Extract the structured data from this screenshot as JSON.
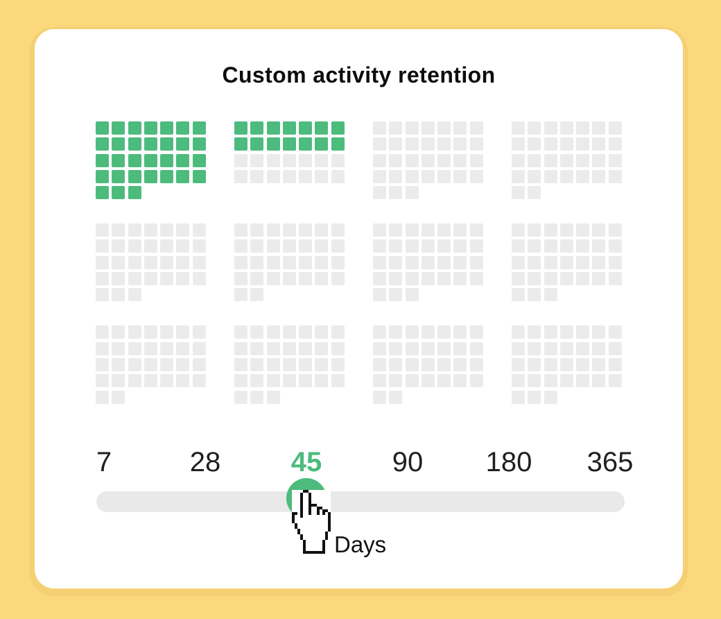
{
  "title": "Custom activity retention",
  "chart_data": {
    "type": "waffle",
    "title": "Custom activity retention",
    "layout": "12 month blocks in 4 columns x 3 rows, each block up to 7 squares per row",
    "months_days": [
      31,
      28,
      31,
      30,
      31,
      30,
      31,
      31,
      30,
      31,
      30,
      31
    ],
    "total_days": 365,
    "active_days": 45,
    "active_color": "#4CBB7C",
    "inactive_color": "#EBEBEB"
  },
  "slider": {
    "options": [
      "7",
      "28",
      "45",
      "90",
      "180",
      "365"
    ],
    "selected_value": "45",
    "selected_index": 2,
    "unit_label": "Days",
    "thumb_color": "#4CBB7C",
    "track_color": "#E9E9E9",
    "selected_label_color": "#4CBB7C",
    "label_color": "#1F1F1F"
  },
  "cursor": {
    "icon": "hand-pointer-cursor"
  },
  "colors": {
    "background": "#FAD87B",
    "card": "#FFFFFF",
    "card_shadow": "#F1CA6C",
    "title": "#0D0D0D"
  }
}
